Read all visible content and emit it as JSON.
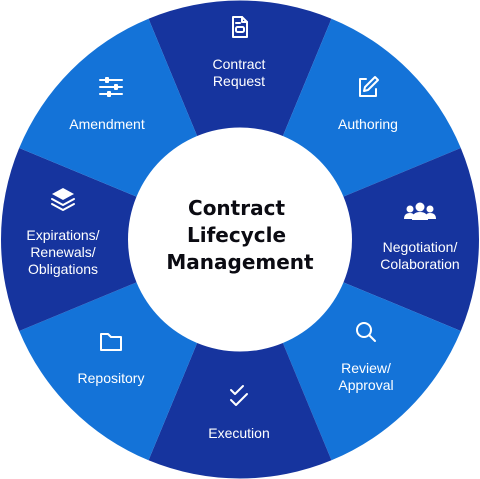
{
  "center": {
    "title_lines": [
      "Contract",
      "Lifecycle",
      "Management"
    ]
  },
  "segments": [
    {
      "icon": "document-icon",
      "lines": [
        "Contract",
        "Request"
      ],
      "color": "#16349e"
    },
    {
      "icon": "pencil-edit-icon",
      "lines": [
        "Authoring"
      ],
      "color": "#1473d8"
    },
    {
      "icon": "users-group-icon",
      "lines": [
        "Negotiation/",
        "Colaboration"
      ],
      "color": "#16349e"
    },
    {
      "icon": "search-icon",
      "lines": [
        "Review/",
        "Approval"
      ],
      "color": "#1473d8"
    },
    {
      "icon": "checkmark-icon",
      "lines": [
        "Execution"
      ],
      "color": "#16349e"
    },
    {
      "icon": "folder-icon",
      "lines": [
        "Repository"
      ],
      "color": "#1473d8"
    },
    {
      "icon": "layers-icon",
      "lines": [
        "Expirations/",
        "Renewals/",
        "Obligations"
      ],
      "color": "#16349e"
    },
    {
      "icon": "sliders-icon",
      "lines": [
        "Amendment"
      ],
      "color": "#1473d8"
    }
  ],
  "colors": {
    "dark_blue": "#16349e",
    "light_blue": "#1473d8",
    "center_fill": "#ffffff",
    "center_text": "#0b0b12"
  }
}
